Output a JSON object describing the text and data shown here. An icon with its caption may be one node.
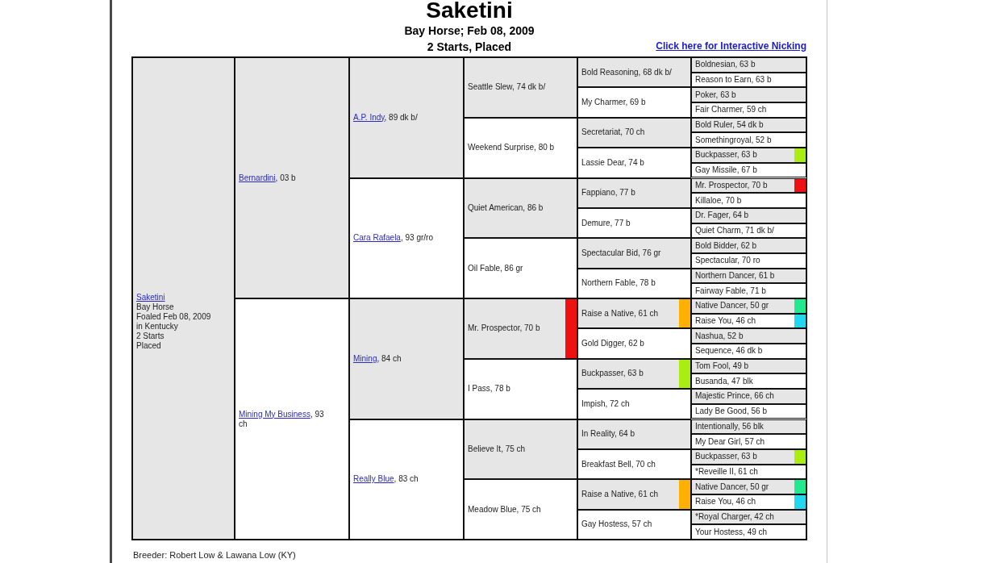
{
  "diagram": {
    "title": "Saketini",
    "nodes": [
      {
        "text": [
          "Saketini",
          "Bay Horse",
          "Foaled Feb 08, 2009",
          "in Kentucky",
          "2 Starts",
          "Placed"
        ]
      },
      {
        "text": [
          "Bernardini",
          ", 03 b"
        ]
      },
      {
        "text": [
          "A.P. Indy",
          ", 89 dk b/"
        ]
      },
      {
        "text": [
          "Seattle Slew, 74 dk b/"
        ]
      },
      {
        "text": [
          "Bold Reasoning, 68 dk b/"
        ]
      },
      {
        "text": [
          "Boldnesian, 63 b"
        ]
      },
      {
        "text": [
          "Reason to Earn, 63 b"
        ]
      },
      {
        "text": [
          "My Charmer, 69 b"
        ]
      },
      {
        "text": [
          "Poker, 63 b"
        ]
      },
      {
        "text": [
          "Fair Charmer, 59 ch"
        ]
      },
      {
        "text": [
          "Weekend Surprise, 80 b"
        ]
      },
      {
        "text": [
          "Secretariat, 70 ch"
        ]
      },
      {
        "text": [
          "Bold Ruler, 54 dk b"
        ]
      },
      {
        "text": [
          "Somethingroyal, 52 b"
        ]
      },
      {
        "text": [
          "Lassie Dear, 74 b"
        ]
      },
      {
        "text": [
          "Buckpasser, 63 b"
        ]
      },
      {
        "text": [
          "Gay Missile, 67 b"
        ]
      },
      {
        "text": [
          "Cara Rafaela",
          ", 93 gr/ro"
        ]
      },
      {
        "text": [
          "Quiet American, 86 b"
        ]
      },
      {
        "text": [
          "Fappiano, 77 b"
        ]
      },
      {
        "text": [
          "Mr. Prospector, 70 b"
        ]
      },
      {
        "text": [
          "Killaloe, 70 b"
        ]
      },
      {
        "text": [
          "Demure, 77 b"
        ]
      },
      {
        "text": [
          "Dr. Fager, 64 b"
        ]
      },
      {
        "text": [
          "Quiet Charm, 71 dk b/"
        ]
      },
      {
        "text": [
          "Oil Fable, 86 gr"
        ]
      },
      {
        "text": [
          "Spectacular Bid, 76 gr"
        ]
      },
      {
        "text": [
          "Bold Bidder, 62 b"
        ]
      },
      {
        "text": [
          "Spectacular, 70 ro"
        ]
      },
      {
        "text": [
          "Northern Fable, 78 b"
        ]
      },
      {
        "text": [
          "Northern Dancer, 61 b"
        ]
      },
      {
        "text": [
          "Fairway Fable, 71 b"
        ]
      },
      {
        "text": [
          "Mining My Business",
          ", 93 ch"
        ]
      },
      {
        "text": [
          "Mining",
          ", 84 ch"
        ]
      },
      {
        "text": [
          "Mr. Prospector, 70 b"
        ]
      },
      {
        "text": [
          "Raise a Native, 61 ch"
        ]
      },
      {
        "text": [
          "Native Dancer, 50 gr"
        ]
      },
      {
        "text": [
          "Raise You, 46 ch"
        ]
      },
      {
        "text": [
          "Gold Digger, 62 b"
        ]
      },
      {
        "text": [
          "Nashua, 52 b"
        ]
      },
      {
        "text": [
          "Sequence, 46 dk b"
        ]
      },
      {
        "text": [
          "I Pass, 78 b"
        ]
      },
      {
        "text": [
          "Buckpasser, 63 b"
        ]
      },
      {
        "text": [
          "Tom Fool, 49 b"
        ]
      },
      {
        "text": [
          "Busanda, 47 blk"
        ]
      },
      {
        "text": [
          "Impish, 72 ch"
        ]
      },
      {
        "text": [
          "Majestic Prince, 66 ch"
        ]
      },
      {
        "text": [
          "Lady Be Good, 56 b"
        ]
      },
      {
        "text": [
          "Really Blue",
          ", 83 ch"
        ]
      },
      {
        "text": [
          "Believe It, 75 ch"
        ]
      },
      {
        "text": [
          "In Reality, 64 b"
        ]
      },
      {
        "text": [
          "Intentionally, 56 blk"
        ]
      },
      {
        "text": [
          "My Dear Girl, 57 ch"
        ]
      },
      {
        "text": [
          "Breakfast Bell, 70 ch"
        ]
      },
      {
        "text": [
          "Buckpasser, 63 b"
        ]
      },
      {
        "text": [
          "*Reveille II, 61 ch"
        ]
      },
      {
        "text": [
          "Meadow Blue, 75 ch"
        ]
      },
      {
        "text": [
          "Raise a Native, 61 ch"
        ]
      },
      {
        "text": [
          "Native Dancer, 50 gr"
        ]
      },
      {
        "text": [
          "Raise You, 46 ch"
        ]
      },
      {
        "text": [
          "Gay Hostess, 57 ch"
        ]
      },
      {
        "text": [
          "*Royal Charger, 42 ch"
        ]
      },
      {
        "text": [
          "Your Hostess, 49 ch"
        ]
      }
    ],
    "labels": [
      "Bay Horse; Feb 08, 2009",
      "2 Starts, Placed",
      "Click here for Interactive Nicking",
      "Breeder: Robert Low & Lawana Low (KY)"
    ]
  }
}
